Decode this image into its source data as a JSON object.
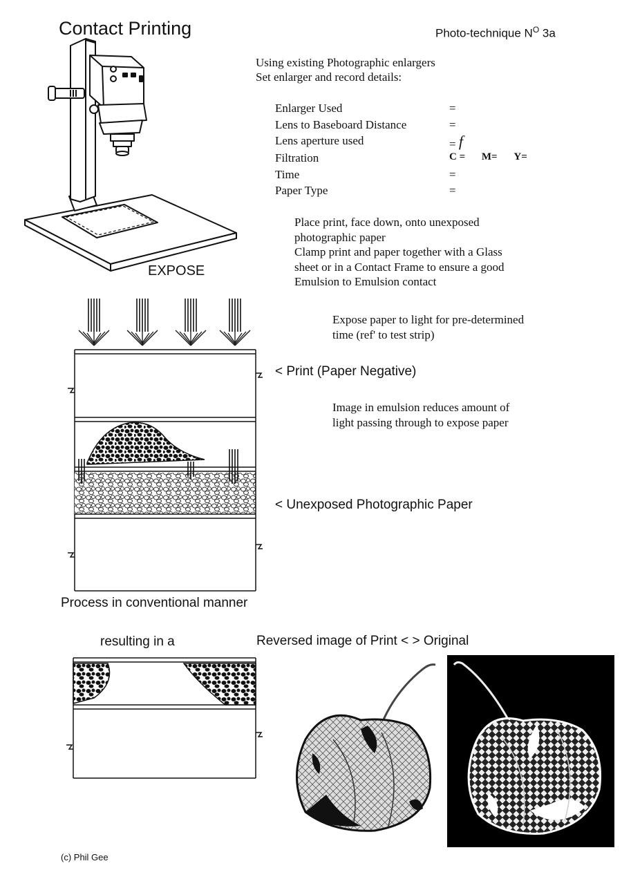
{
  "header": {
    "title": "Contact Printing",
    "technique_prefix": "Photo-technique N",
    "technique_sup": "O",
    "technique_suffix": " 3a"
  },
  "intro": {
    "line1": "Using existing Photographic enlargers",
    "line2": "Set enlarger and record details:"
  },
  "details": [
    {
      "label": "Enlarger Used",
      "value": "="
    },
    {
      "label": "Lens to Baseboard Distance",
      "value": "="
    },
    {
      "label": "Lens aperture used",
      "value": "=",
      "symbol": "f"
    },
    {
      "label": "Filtration",
      "c": "C =",
      "m": "M=",
      "y": "Y="
    },
    {
      "label": "Time",
      "value": "="
    },
    {
      "label": "Paper Type",
      "value": "="
    }
  ],
  "instructions": {
    "place": [
      "Place print, face down, onto unexposed",
      "photographic paper",
      "Clamp print and paper together with a Glass",
      "sheet or in a Contact Frame to ensure a good",
      "Emulsion to Emulsion contact"
    ],
    "expose_line1": "Expose paper to light for pre-determined",
    "expose_time": "time",
    "expose_ref": " (ref' to test strip)",
    "image": [
      "Image in emulsion reduces amount of",
      "light passing through to expose paper"
    ]
  },
  "labels": {
    "expose": "EXPOSE",
    "print": "< Print  (Paper Negative)",
    "unexposed": "< Unexposed Photographic Paper",
    "process": "Process in conventional manner",
    "resulting": "resulting in a",
    "reversed": "Reversed image of Print  <  >  Original",
    "copyright": "(c) Phil Gee"
  },
  "icons": [
    "enlarger-icon",
    "light-arrow-icon",
    "lantern-negative-image",
    "lantern-original-image"
  ]
}
